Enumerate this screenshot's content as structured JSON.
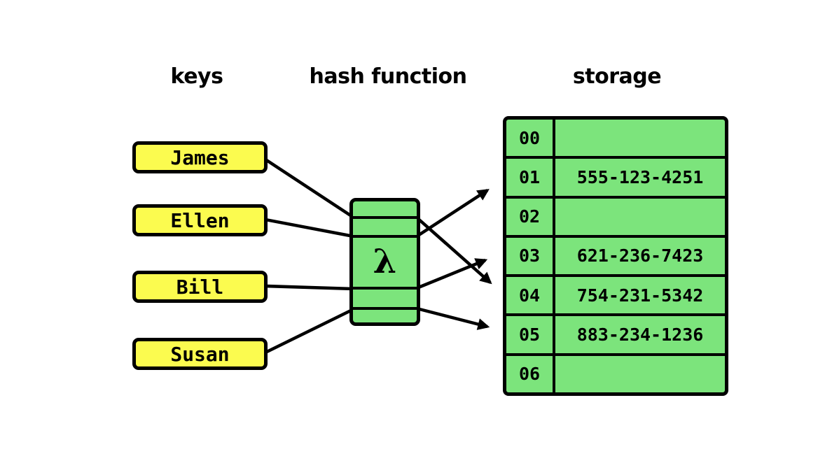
{
  "headers": {
    "keys": "keys",
    "hash_function": "hash function",
    "storage": "storage"
  },
  "keys": [
    {
      "label": "James"
    },
    {
      "label": "Ellen"
    },
    {
      "label": "Bill"
    },
    {
      "label": "Susan"
    }
  ],
  "hash": {
    "symbol": "λ"
  },
  "storage": {
    "rows": [
      {
        "index": "00",
        "value": ""
      },
      {
        "index": "01",
        "value": "555-123-4251"
      },
      {
        "index": "02",
        "value": ""
      },
      {
        "index": "03",
        "value": "621-236-7423"
      },
      {
        "index": "04",
        "value": "754-231-5342"
      },
      {
        "index": "05",
        "value": "883-234-1236"
      },
      {
        "index": "06",
        "value": ""
      }
    ]
  },
  "mappings": [
    {
      "key": "James",
      "slot": "04",
      "value": "754-231-5342"
    },
    {
      "key": "Ellen",
      "slot": "01",
      "value": "555-123-4251"
    },
    {
      "key": "Bill",
      "slot": "03",
      "value": "621-236-7423"
    },
    {
      "key": "Susan",
      "slot": "05",
      "value": "883-234-1236"
    }
  ],
  "colors": {
    "key_fill": "#FBFB4F",
    "cell_fill": "#7CE47C",
    "line": "#000000",
    "background": "#FFFFFF"
  }
}
